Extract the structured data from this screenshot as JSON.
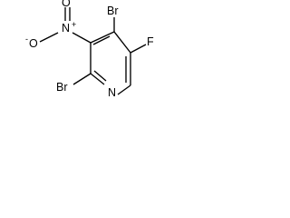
{
  "molecule": {
    "atoms": {
      "br_top": "Br",
      "f": "F",
      "o_double": "O",
      "n_plus": "N",
      "n_plus_charge": "+",
      "o_minus": "O",
      "o_minus_charge": "-",
      "br_bottom": "Br",
      "n_ring": "N"
    }
  }
}
